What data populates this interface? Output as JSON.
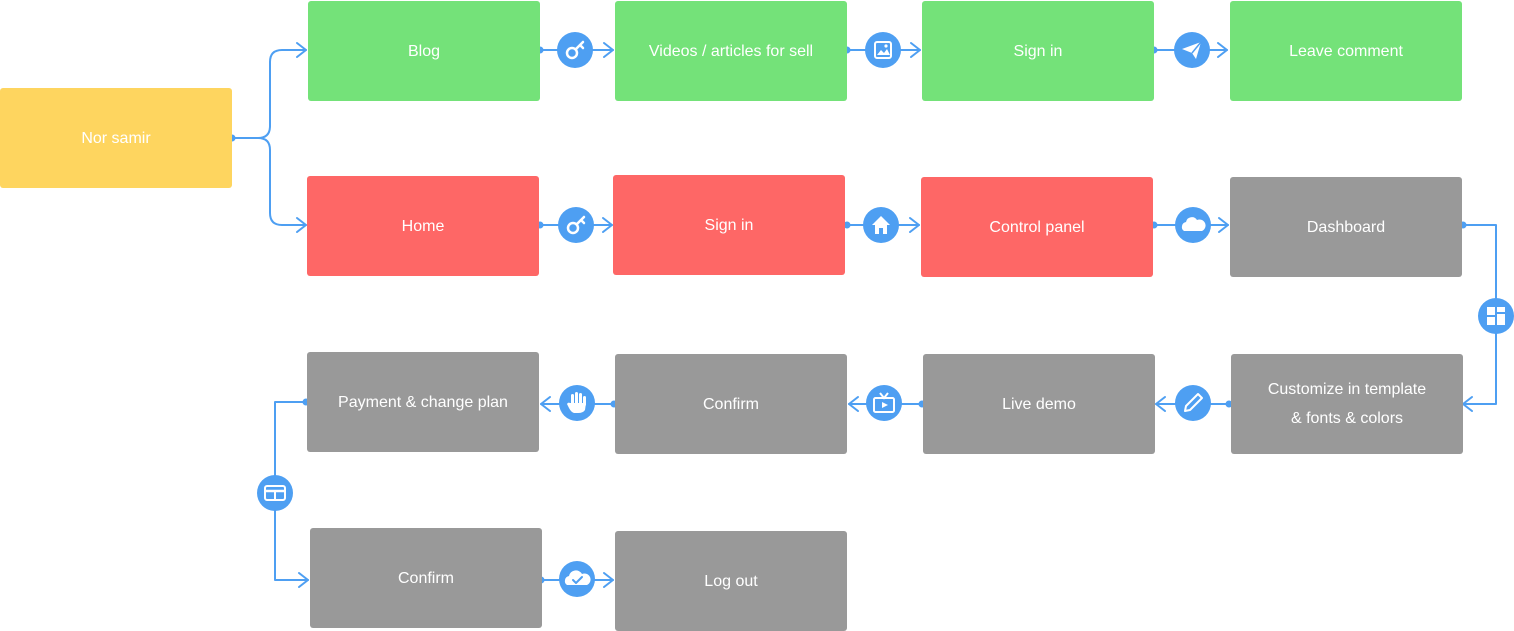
{
  "colors": {
    "connector": "#4e9ff2",
    "root": "#fed55f",
    "blog_row": "#74e279",
    "home_row": "#fe6766",
    "gray_row": "#999999",
    "icon_fill": "#ffffff"
  },
  "nodes": {
    "root": "Nor samir",
    "blog": "Blog",
    "videos": "Videos / articles for sell",
    "signin_blog": "Sign in",
    "leave_comment": "Leave comment",
    "home": "Home",
    "signin_home": "Sign in",
    "control_panel": "Control panel",
    "dashboard": "Dashboard",
    "customize": "Customize in template\n& fonts & colors",
    "live_demo": "Live demo",
    "confirm_1": "Confirm",
    "payment": "Payment & change plan",
    "confirm_2": "Confirm",
    "logout": "Log out"
  },
  "connector_icons": [
    "key-icon",
    "image-icon",
    "send-icon",
    "key-icon",
    "home-icon",
    "cloud-icon",
    "layout-icon",
    "pencil-icon",
    "tv-icon",
    "hand-icon",
    "credit-card-icon",
    "cloud-check-icon"
  ]
}
